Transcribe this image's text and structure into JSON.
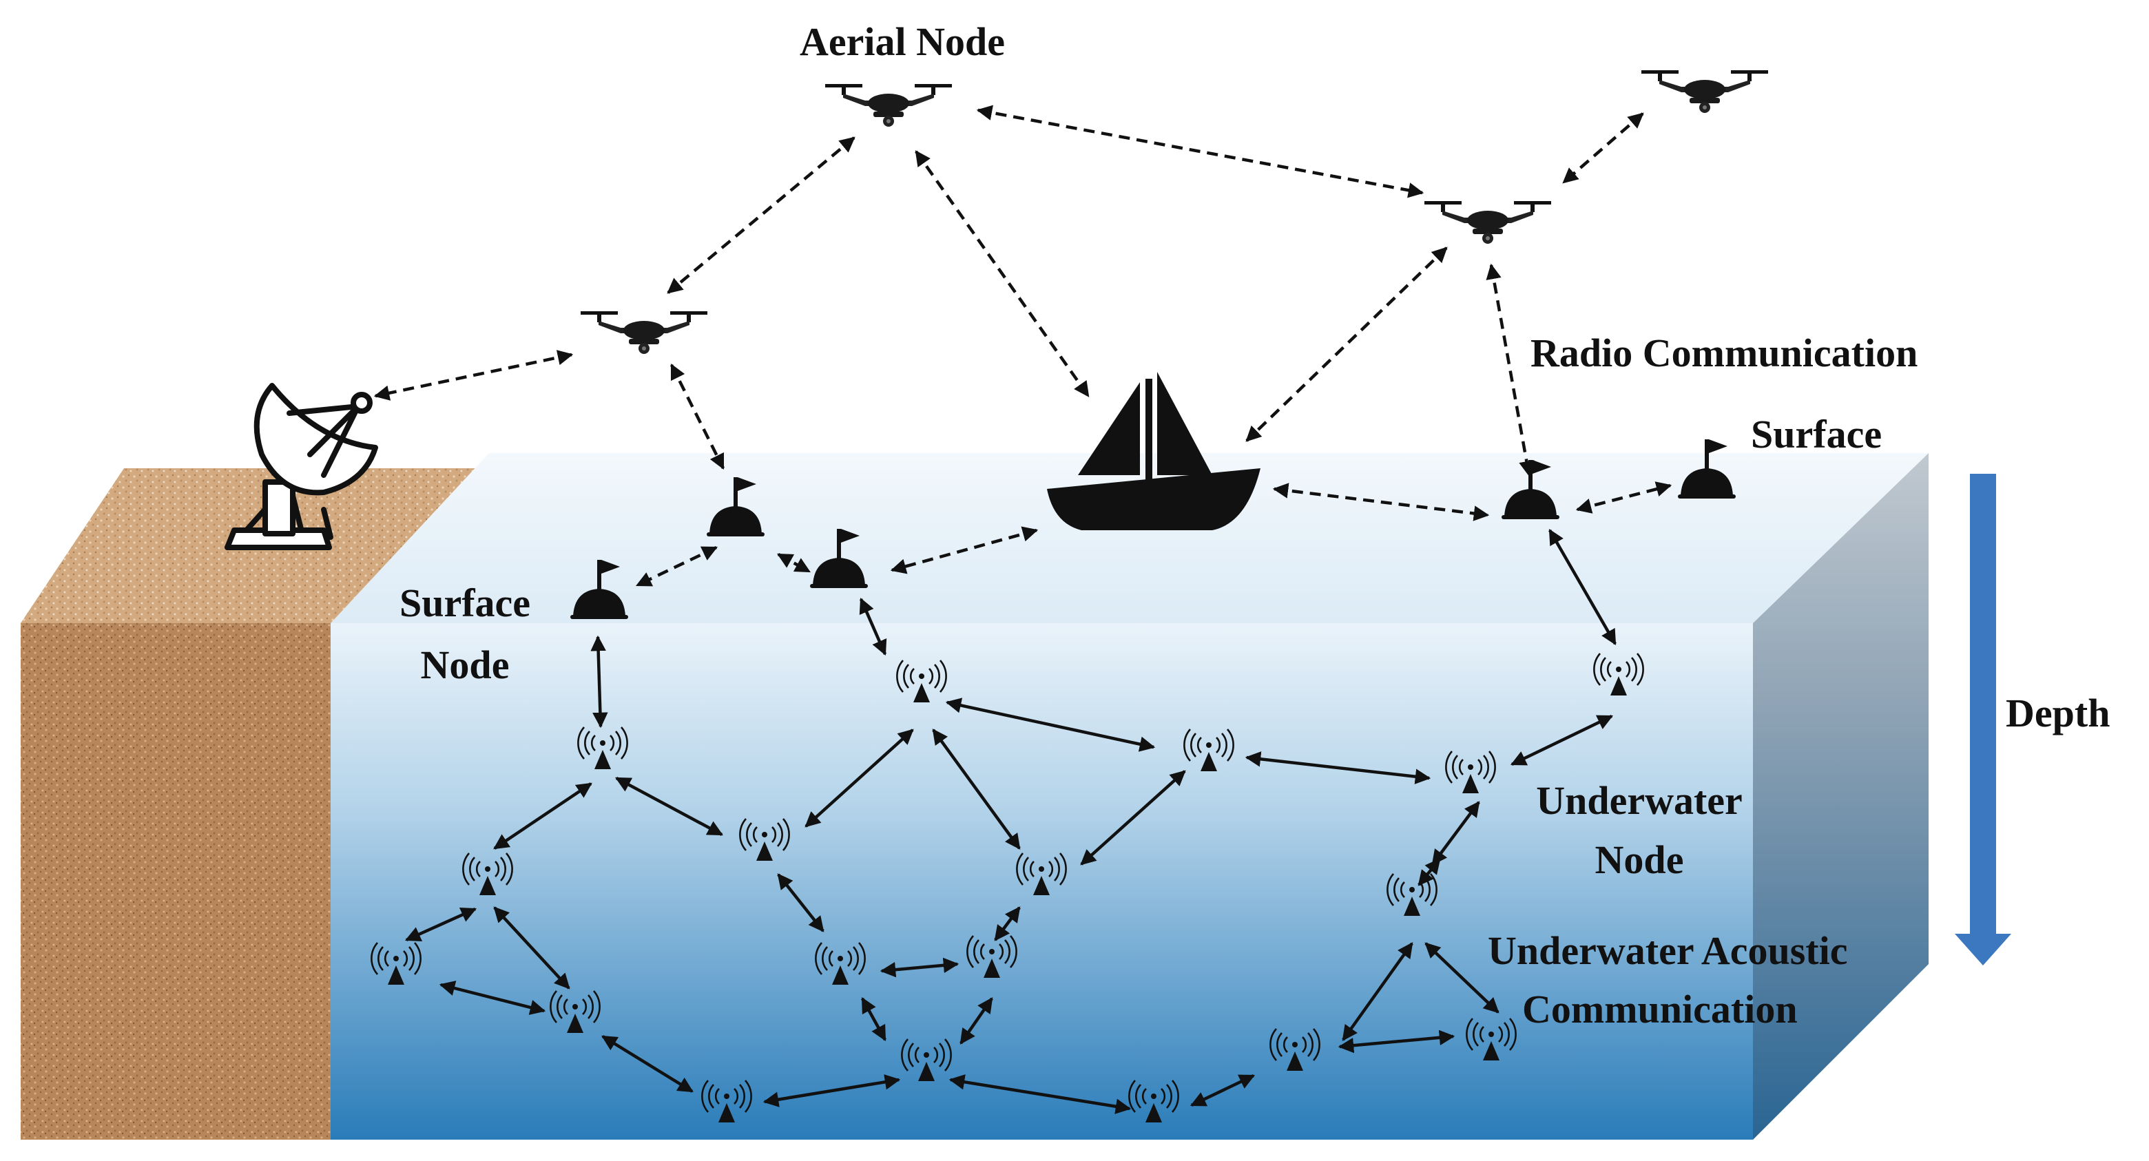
{
  "labels": {
    "aerial_node": "Aerial Node",
    "radio_communication": "Radio Communication",
    "surface": "Surface",
    "surface_node_line1": "Surface",
    "surface_node_line2": "Node",
    "depth": "Depth",
    "underwater_node_line1": "Underwater",
    "underwater_node_line2": "Node",
    "acoustic_line1": "Underwater Acoustic",
    "acoustic_line2": "Communication"
  },
  "colors": {
    "depth_arrow": "#3b78bf",
    "water_top": "#e8f2f9",
    "water_bottom": "#2c7dba",
    "water_side_top": "#b7c3cc",
    "water_side_bottom": "#2b6a98",
    "land": "#b9875c",
    "land_top": "#d8b08a",
    "ink": "#111111"
  },
  "icons": {
    "aerial": "drone-icon",
    "surface": "buoy-icon",
    "underwater": "acoustic-sensor-icon",
    "ship": "sailboat-icon",
    "ground_station": "satellite-dish-icon"
  },
  "legend": [
    "aerial-node",
    "surface-node",
    "underwater-node",
    "radio-link",
    "acoustic-link"
  ]
}
